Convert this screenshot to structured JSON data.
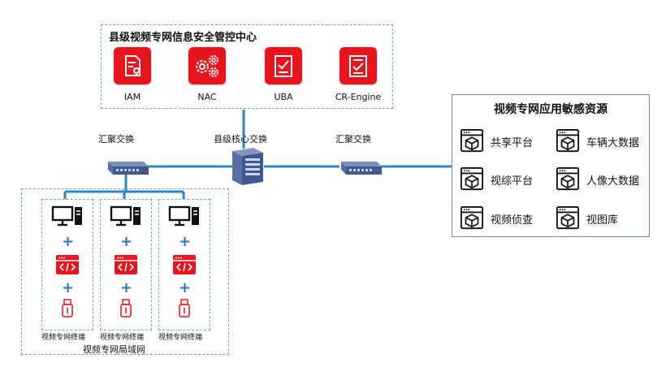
{
  "center": {
    "title": "县级视频专网信息安全管控中心",
    "modules": [
      {
        "label": "IAM",
        "icon": "document-key-icon"
      },
      {
        "label": "NAC",
        "icon": "gears-icon"
      },
      {
        "label": "UBA",
        "icon": "clipboard-check-icon"
      },
      {
        "label": "CR-Engine",
        "icon": "document-check-icon"
      }
    ]
  },
  "switches": {
    "left": "汇聚交换",
    "core": "县级核心交换",
    "right": "汇聚交换"
  },
  "resources": {
    "title": "视频专网应用敏感资源",
    "items": [
      "共享平台",
      "车辆大数据",
      "视综平台",
      "人像大数据",
      "视频侦查",
      "视图库"
    ]
  },
  "lan": {
    "title": "视频专网局域网",
    "terminals": [
      "视频专网终端",
      "视频专网终端",
      "视频专网终端"
    ],
    "plus": "+"
  },
  "colors": {
    "accent_red": "#e8151e",
    "line_blue": "#2a78c2",
    "border_blue": "#7aa3c8"
  }
}
